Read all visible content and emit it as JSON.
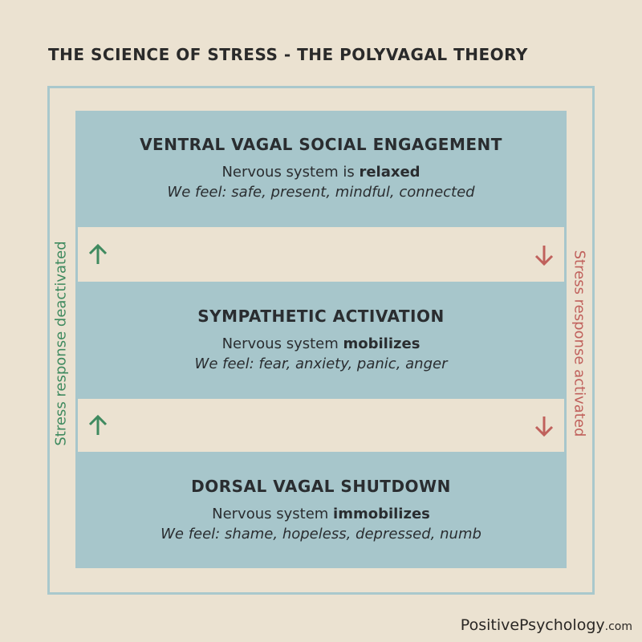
{
  "title": "THE SCIENCE OF STRESS - THE POLYVAGAL THEORY",
  "sections": [
    {
      "heading": "VENTRAL VAGAL SOCIAL ENGAGEMENT",
      "state_prefix": "Nervous system is ",
      "state": "relaxed",
      "feel": "We feel: safe, present, mindful, connected"
    },
    {
      "heading": "SYMPATHETIC ACTIVATION",
      "state_prefix": "Nervous system ",
      "state": "mobilizes",
      "feel": "We feel: fear, anxiety, panic, anger"
    },
    {
      "heading": "DORSAL VAGAL SHUTDOWN",
      "state_prefix": "Nervous system ",
      "state": "immobilizes",
      "feel": "We feel: shame, hopeless, depressed, numb"
    }
  ],
  "left_label": "Stress response deactivated",
  "right_label": "Stress response activated",
  "colors": {
    "deactivated": "#3f8a5f",
    "activated": "#c0615c",
    "panel": "#a7c6cb"
  },
  "logo": {
    "main": "PositivePsychology",
    "suffix": ".com"
  }
}
